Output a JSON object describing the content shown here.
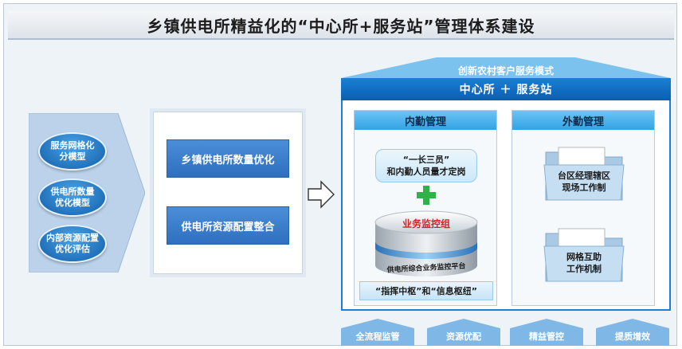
{
  "title": "乡镇供电所精益化的“中心所+服务站”管理体系建设",
  "left_models": [
    "服务网格化\n分模型",
    "供电所数量\n优化模型",
    "内部资源配置\n优化评估"
  ],
  "middle_buttons": [
    "乡镇供电所数量优化",
    "供电所资源配置整合"
  ],
  "roof_label": "创新农村客户服务模式",
  "center_label": "中心所 ＋ 服务站",
  "inner_panel": {
    "title": "内勤管理",
    "pill": "“一长三员”\n和内勤人员量才定岗",
    "platform_top": "业务监控组",
    "platform_side": "供电所综合业务监控平台",
    "note": "“指挥中枢”和“信息枢纽”"
  },
  "outer_panel": {
    "title": "外勤管理",
    "folders": [
      "台区经理辖区\n现场工作制",
      "网格互助\n工作机制"
    ]
  },
  "bottom_tabs": [
    "全流程监管",
    "资源优配",
    "精益管控",
    "提质增效"
  ],
  "colors": {
    "blue_dark": "#0a5fb0",
    "blue_mid": "#1a7fd6",
    "cross_green": "#2fb24a"
  }
}
